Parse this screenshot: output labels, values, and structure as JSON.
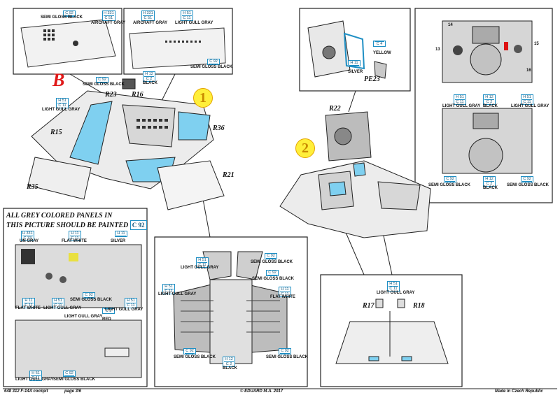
{
  "step_labels": {
    "b": "B",
    "one": "1",
    "two": "2"
  },
  "parts": {
    "r15": "R15",
    "r16": "R16",
    "r17": "R17",
    "r18": "R18",
    "r21": "R21",
    "r22": "R22",
    "r23": "R23",
    "r35": "R35",
    "r36": "R36",
    "pe23": "PE23",
    "n13": "13",
    "n14": "14",
    "n15": "15",
    "n16": "16"
  },
  "codes": {
    "h2": "H 2",
    "h11": "H 11",
    "h12": "H 12",
    "h331": "H 331",
    "c2": "C 2",
    "c3": "C 3",
    "c4": "C 4",
    "c11": "C 11",
    "c33": "C 33",
    "c51": "C 51",
    "c92": "C 92",
    "h51": "H 51"
  },
  "colors": {
    "semi_gloss_black": "SEMI GLOSS BLACK",
    "aircraft_gray": "AIRCRAFT GRAY",
    "light_gull_gray": "LIGHT GULL GRAY",
    "black": "BLACK",
    "silver": "SILVER",
    "yellow": "YELLOW",
    "un_gray": "UN GRAY",
    "flat_white": "FLAT WHITE",
    "red": "RED"
  },
  "note": {
    "line1": "ALL GREY COLORED PANELS IN",
    "line2": "THIS PICTURE SHOULD BE PAINTED",
    "code": "C 92"
  },
  "footer": {
    "product": "648 312  F-14A cockpit",
    "page": "page 3/6",
    "copyright": "© EDUARD  M.A. 2017",
    "made": "Made in Czech Republic"
  },
  "theme": {
    "accent": "#1f8fc4",
    "part_blue": "#7fd0f0",
    "brand_red": "#e01818",
    "step_yellow": "#ffef3a"
  }
}
